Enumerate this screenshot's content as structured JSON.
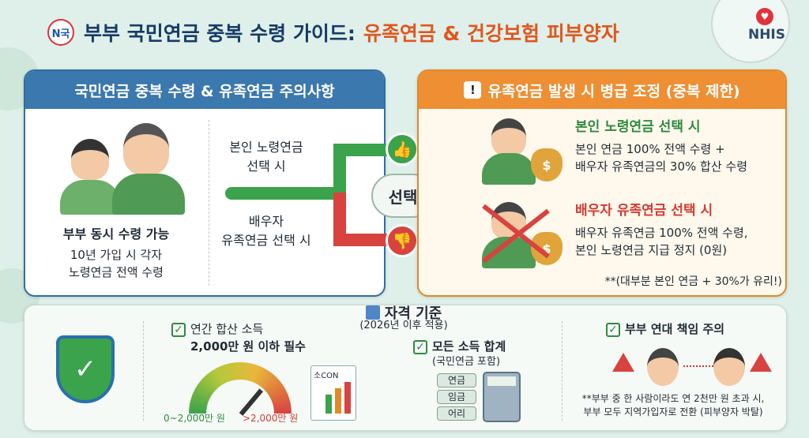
{
  "header": {
    "logo_text": "N국",
    "title_main": "부부 국민연금 중복 수령 가이드:",
    "title_accent": "유족연금 & 건강보험 피부양자",
    "org": "NHIS"
  },
  "left_panel": {
    "heading": "국민연금 중복 수령 & 유족연금 주의사항",
    "couple_caption_bold": "부부 동시 수령 가능",
    "couple_caption_1": "10년 가입 시 각자",
    "couple_caption_2": "노령연금 전액 수령",
    "option_top_1": "본인 노령연금",
    "option_top_2": "선택 시",
    "option_bottom_1": "배우자",
    "option_bottom_2": "유족연금 선택 시",
    "choice_label": "선택"
  },
  "right_panel": {
    "heading": "유족연금 발생 시 병급 조정 (중복 제한)",
    "case1_title": "본인 노령연금 선택 시",
    "case1_line1": "본인 연금 100% 전액 수령 +",
    "case1_line2": "배우자 유족연금의 30% 합산 수령",
    "case2_title": "배우자 유족연금 선택 시",
    "case2_line1": "배우자 유족연금 100% 전액 수령,",
    "case2_line2": "본인 노령연금 지급 정지 (0원)",
    "note": "**(대부분 본인 연금 + 30%가 유리!)"
  },
  "bottom_panel": {
    "heading": "자격 기준",
    "subheading": "(2026년 이후 적용)",
    "income_title_1": "연간 합산 소득",
    "income_title_2": "2,000만 원 이하 필수",
    "gauge_low": "0~2,000만 원",
    "gauge_high": ">2,000만 원",
    "doc_label": "소CON",
    "all_income_title": "모든 소득 합계",
    "all_income_sub": "(국민연금 포함)",
    "pills": [
      "연금",
      "임금",
      "어리"
    ],
    "joint_title": "부부 연대 책임 주의",
    "joint_note_1": "**부부 중 한 사람이라도 연 2천만 원 초과 시,",
    "joint_note_2": "부부 모두 지역가입자로 전환 (피부양자 박탈)"
  }
}
